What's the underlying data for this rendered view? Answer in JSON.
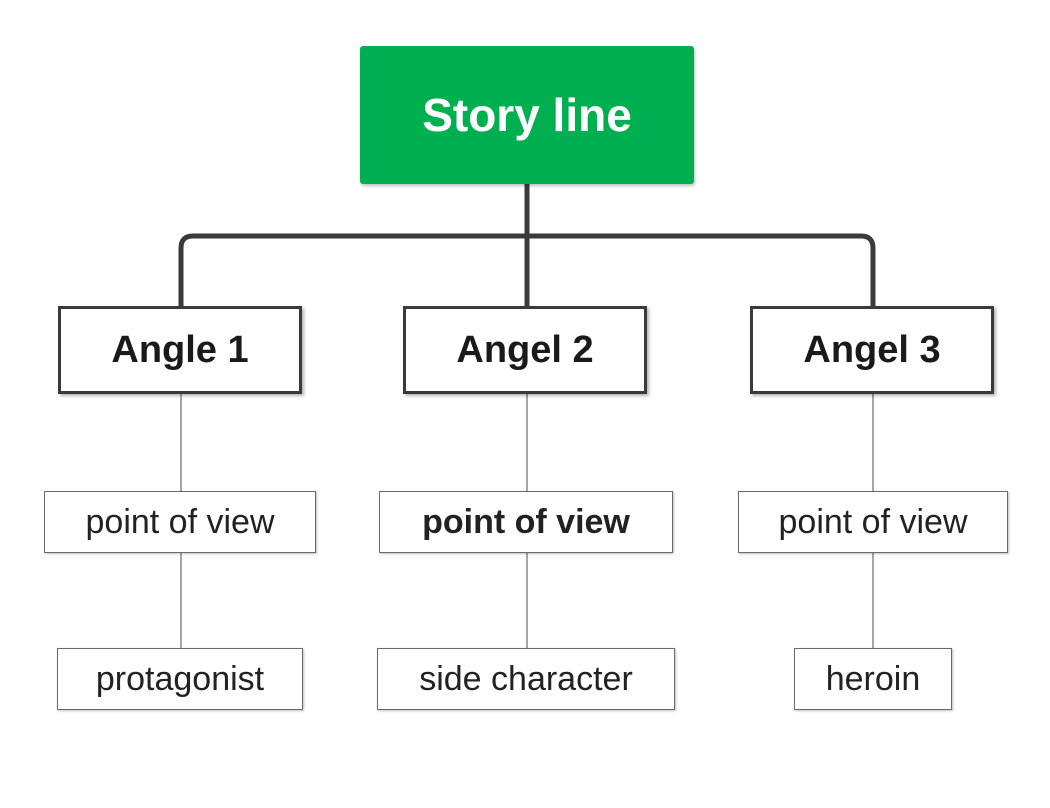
{
  "root": {
    "label": "Story line"
  },
  "angles": [
    {
      "label": "Angle 1"
    },
    {
      "label": "Angel 2"
    },
    {
      "label": "Angel 3"
    }
  ],
  "points_of_view": [
    {
      "label": "point of view"
    },
    {
      "label": "point of view"
    },
    {
      "label": "point of view"
    }
  ],
  "characters": [
    {
      "label": "protagonist"
    },
    {
      "label": "side character"
    },
    {
      "label": "heroin"
    }
  ],
  "colors": {
    "root_fill": "#00b050",
    "root_text": "#ffffff",
    "connector_thick": "#3a3a3a",
    "connector_thin": "#a6a6a6",
    "box_border": "#3a3a3a"
  }
}
